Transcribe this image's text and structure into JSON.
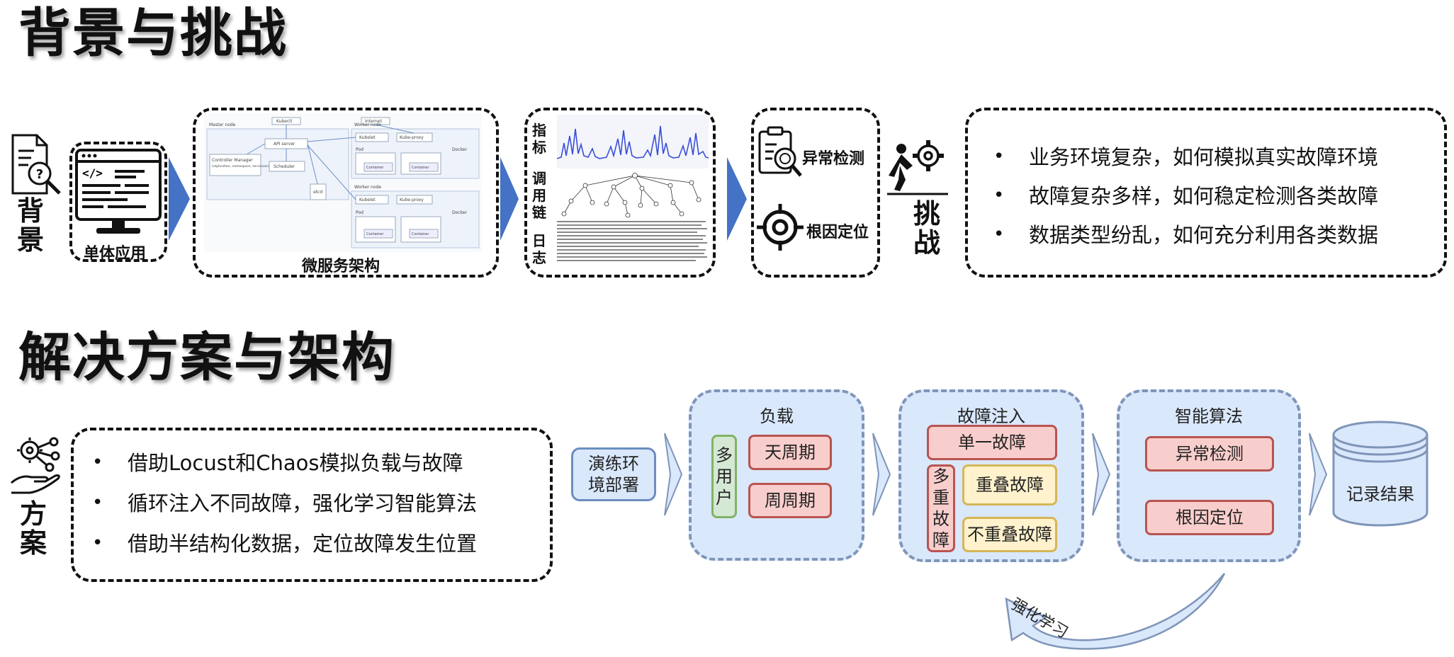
{
  "background_section": {
    "title": "背景与挑战",
    "side_label": "背景",
    "monolith_label": "单体应用",
    "microservice_label": "微服务架构",
    "k8s_diagram": {
      "kubectl": "Kubectl",
      "internet": "Internet",
      "master_node": "Master node",
      "worker_node_1": "Worker node",
      "worker_node_2": "Worker node",
      "api_server": "API server",
      "controller_manager": "Controller Manager",
      "controller_detail": "(replication, namespace, serviceaccounts, ...)",
      "scheduler": "Scheduler",
      "etcd": "etcd",
      "kubelet": "Kubelet",
      "kube_proxy": "Kube-proxy",
      "pod": "Pod",
      "docker": "Docker",
      "container": "Container"
    },
    "data_types": {
      "metrics_label": "指标",
      "trace_label": "调用链",
      "log_label": "日志"
    },
    "tasks": {
      "anomaly_detection": "异常检测",
      "root_cause": "根因定位"
    },
    "challenge_label": "挑战",
    "challenges": [
      "业务环境复杂，如何模拟真实故障环境",
      "故障复杂多样，如何稳定检测各类故障",
      "数据类型纷乱，如何充分利用各类数据"
    ]
  },
  "solution_section": {
    "title": "解决方案与架构",
    "side_label": "方案",
    "points": [
      "借助Locust和Chaos模拟负载与故障",
      "循环注入不同故障，强化学习智能算法",
      "借助半结构化数据，定位故障发生位置"
    ]
  },
  "pipeline": {
    "deploy": "演练环境部署",
    "load": {
      "title": "负载",
      "multi_user": "多用户",
      "daily": "天周期",
      "weekly": "周周期"
    },
    "fault": {
      "title": "故障注入",
      "single": "单一故障",
      "multiple": "多重故障",
      "overlap": "重叠故障",
      "non_overlap": "不重叠故障"
    },
    "algorithm": {
      "title": "智能算法",
      "anomaly": "异常检测",
      "root_cause": "根因定位"
    },
    "record": "记录结果",
    "feedback": "强化学习"
  },
  "colors": {
    "accent_blue": "#4472c4",
    "group_fill": "#dae8fc",
    "red_fill": "#f8cecc",
    "yellow_fill": "#fff2cc",
    "green_fill": "#d5e8d4"
  }
}
